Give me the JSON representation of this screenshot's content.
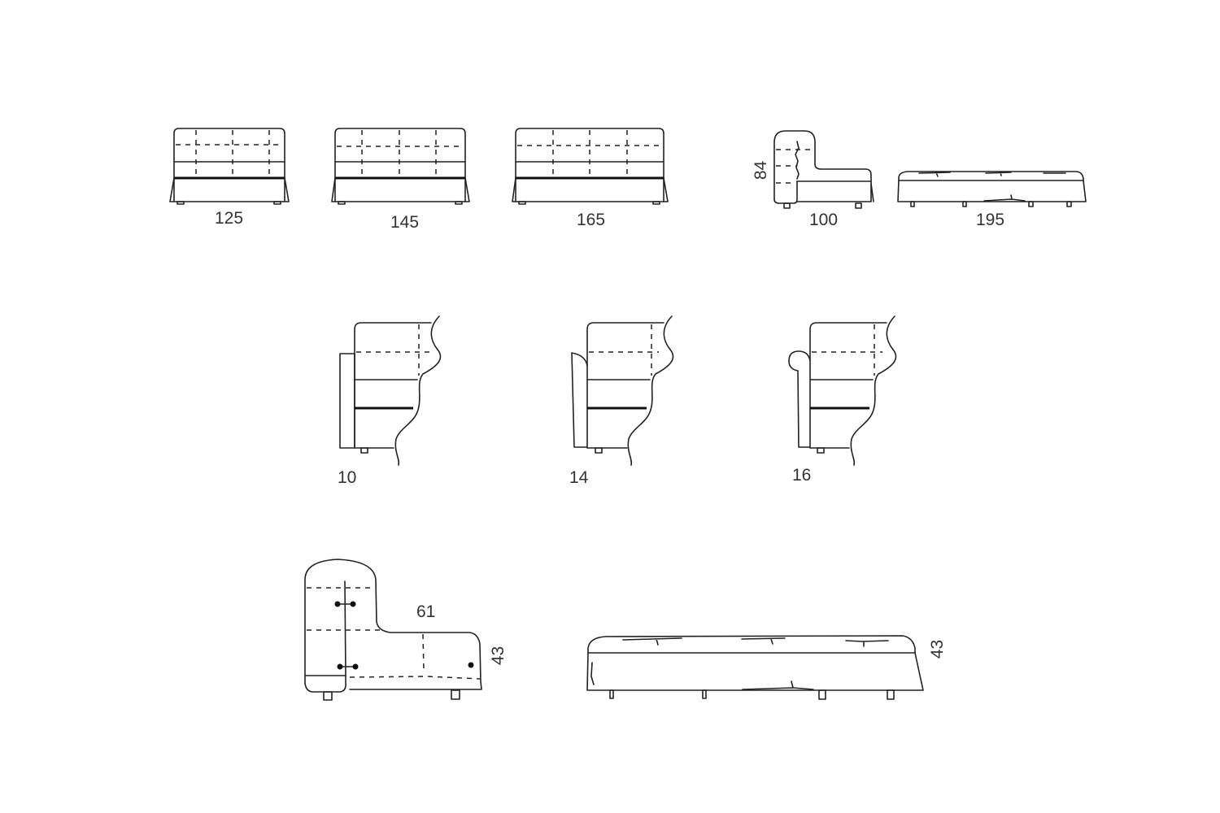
{
  "diagram": {
    "type": "furniture-dimension-drawing",
    "line_color": "#222222",
    "background": "#ffffff",
    "row1": {
      "front_views": [
        {
          "width_label": "125"
        },
        {
          "width_label": "145"
        },
        {
          "width_label": "165"
        }
      ],
      "side_view": {
        "depth_label": "100",
        "height_label": "84"
      },
      "bench_front": {
        "width_label": "195"
      }
    },
    "row2": {
      "armrests": [
        {
          "label": "10",
          "style": "flat"
        },
        {
          "label": "14",
          "style": "curved"
        },
        {
          "label": "16",
          "style": "rolled"
        }
      ]
    },
    "row3": {
      "side_detail": {
        "seat_depth_label": "61",
        "seat_height_label": "43"
      },
      "bench_detail": {
        "height_label": "43"
      }
    }
  }
}
